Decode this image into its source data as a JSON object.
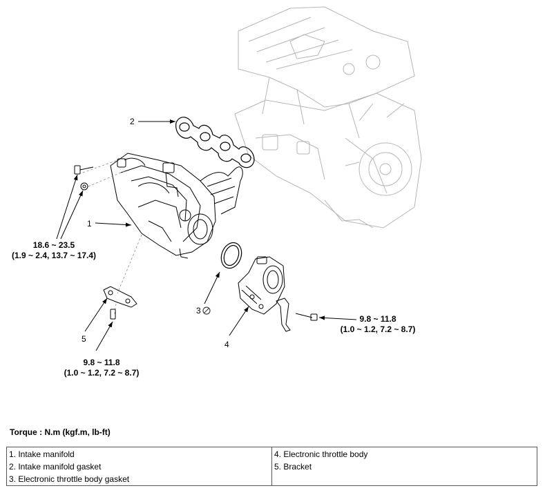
{
  "callouts": {
    "c1": "1",
    "c2": "2",
    "c3": "3",
    "c4": "4",
    "c5": "5"
  },
  "torques": {
    "manifold_bolt_nm": "18.6 ~ 23.5",
    "manifold_bolt_alt": "(1.9 ~ 2.4, 13.7 ~ 17.4)",
    "bracket_bolt_nm": "9.8 ~ 11.8",
    "bracket_bolt_alt": "(1.0 ~ 1.2, 7.2 ~ 8.7)",
    "throttle_bolt_nm": "9.8 ~ 11.8",
    "throttle_bolt_alt": "(1.0 ~ 1.2, 7.2 ~ 8.7)"
  },
  "torque_title": "Torque : N.m (kgf.m, lb-ft)",
  "legend": {
    "left": [
      "1. Intake manifold",
      "2. Intake manifold gasket",
      "3. Electronic throttle body gasket"
    ],
    "right": [
      "4. Electronic throttle body",
      "5. Bracket"
    ]
  },
  "icons": {
    "replace_symbol": "do-not-reuse-icon"
  }
}
